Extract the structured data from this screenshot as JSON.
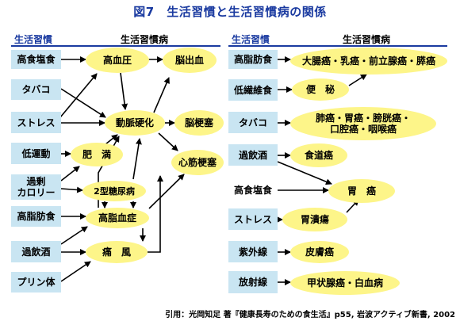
{
  "title": "図7　生活習慣と生活習慣病の関係",
  "left_panel": {
    "habit_header": "生活習慣",
    "disease_header": "生活習慣病",
    "habits": [
      "高食塩食",
      "タバコ",
      "ストレス",
      "低運動",
      "過剰\nカロリー",
      "高脂肪食",
      "過飲酒",
      "プリン体"
    ],
    "diseases": {
      "hypertension": "高血圧",
      "cerebral_hemorrhage": "脳出血",
      "arteriosclerosis": "動脈硬化",
      "cerebral_infarction": "脳梗塞",
      "myocardial_infarction": "心筋梗塞",
      "obesity": "肥　満",
      "diabetes": "2型糖尿病",
      "hyperlipidemia": "高脂血症",
      "gout": "痛　風"
    }
  },
  "right_panel": {
    "habit_header": "生活習慣",
    "disease_header": "生活習慣病",
    "habits": [
      "高脂肪食",
      "低繊維食",
      "タバコ",
      "過飲酒",
      "高食塩食",
      "ストレス",
      "紫外線",
      "放射線"
    ],
    "diseases": {
      "colon_breast_prostate_pancreas": "大腸癌・乳癌・前立腺癌・膵癌",
      "constipation": "便　秘",
      "lung_stomach_group": "肺癌・胃癌・膀胱癌・\n口腔癌・咽喉癌",
      "esophageal": "食道癌",
      "stomach_cancer": "胃　癌",
      "gastric_ulcer": "胃潰瘍",
      "skin_cancer": "皮膚癌",
      "thyroid_leukemia": "甲状腺癌・白血病"
    }
  },
  "footer": "引用：光岡知足 著『健康長寿のための食生活』p55, 岩波アクティブ新書, 2002"
}
